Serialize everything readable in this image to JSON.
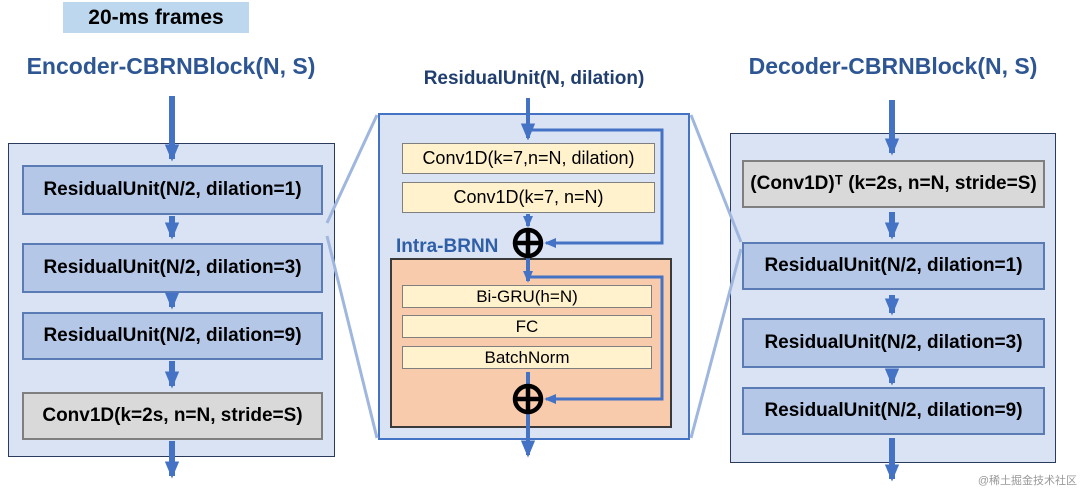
{
  "frame_label": "20-ms frames",
  "watermark": "@稀土掘金技术社区",
  "encoder": {
    "title": "Encoder-CBRNBlock(N, S)",
    "units": [
      "ResidualUnit(N/2, dilation=1)",
      "ResidualUnit(N/2, dilation=3)",
      "ResidualUnit(N/2, dilation=9)"
    ],
    "conv": "Conv1D(k=2s, n=N, stride=S)"
  },
  "residual_unit": {
    "title": "ResidualUnit(N, dilation)",
    "conv1": "Conv1D(k=7,n=N, dilation)",
    "conv2": "Conv1D(k=7, n=N)",
    "sum_symbol": "⊕",
    "intra_brnn": {
      "label": "Intra-BRNN",
      "layers": [
        "Bi-GRU(h=N)",
        "FC",
        "BatchNorm"
      ]
    }
  },
  "decoder": {
    "title": "Decoder-CBRNBlock(N, S)",
    "conv_transpose": "(Conv1D)ᵀ (k=2s, n=N, stride=S)",
    "units": [
      "ResidualUnit(N/2, dilation=1)",
      "ResidualUnit(N/2, dilation=3)",
      "ResidualUnit(N/2, dilation=9)"
    ]
  },
  "colors": {
    "accent_blue": "#4472C4",
    "container_fill": "#DAE3F3",
    "unit_fill": "#B4C7E7",
    "conv_fill": "#D9D9D9",
    "yellow_fill": "#FFF2CC",
    "orange_fill": "#F8CBAD",
    "title_blue": "#2E5693",
    "callout_blue": "#9FB6DE"
  }
}
